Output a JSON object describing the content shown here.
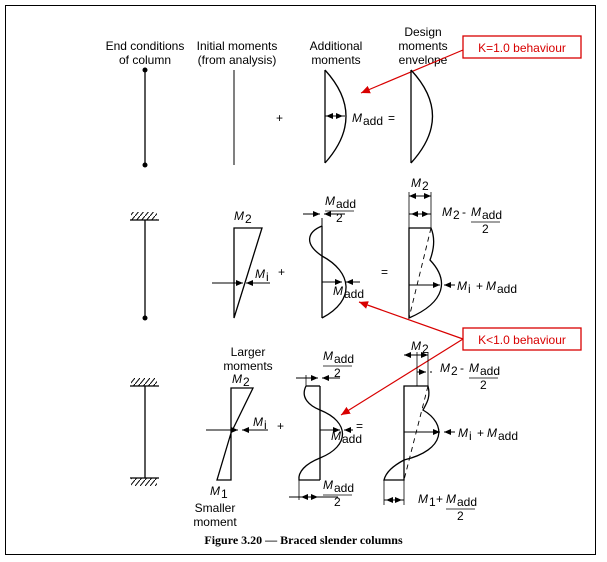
{
  "headers": {
    "end_conditions": [
      "End conditions",
      "of column"
    ],
    "initial_moments": [
      "Initial moments",
      "(from analysis)"
    ],
    "additional_moments": [
      "Additional",
      "moments"
    ],
    "design_envelope": [
      "Design",
      "moments",
      "envelope"
    ]
  },
  "callouts": {
    "k_equal": "K=1.0 behaviour",
    "k_less": "K<1.0 behaviour"
  },
  "symbols": {
    "plus": "+",
    "equals": "=",
    "m": "M",
    "sub_add": "add",
    "sub_i": "i",
    "sub_2": "2",
    "sub_1": "1",
    "two": "2",
    "minus": "-"
  },
  "labels": {
    "larger_moments": [
      "Larger",
      "moments"
    ],
    "smaller_moment": [
      "Smaller",
      "moment"
    ]
  },
  "caption": "Figure 3.20 — Braced slender columns",
  "colors": {
    "callout": "#d80000",
    "line": "#000000"
  }
}
